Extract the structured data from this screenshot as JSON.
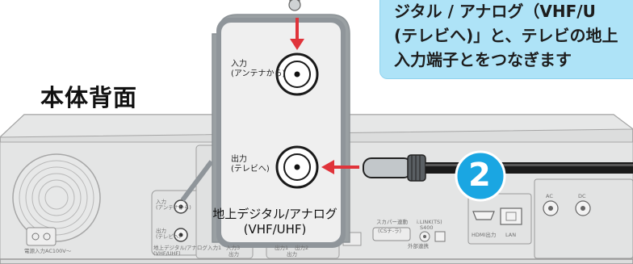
{
  "callout": {
    "lines": [
      "ジタル / アナログ（VHF/U",
      "(テレビへ)」と、テレビの地上",
      "入力端子とをつなぎます"
    ]
  },
  "body_label": "本体背面",
  "zoom": {
    "input_label": [
      "入力",
      "(アンテナから)"
    ],
    "output_label": [
      "出力",
      "(テレビへ)"
    ],
    "bottom_label": [
      "地上デジタル/アナログ",
      "(VHF/UHF)"
    ]
  },
  "step_badge": "2",
  "back_panel": {
    "small_in": [
      "入力",
      "(アンテナから)"
    ],
    "small_out": [
      "出力",
      "(テレビへ)"
    ],
    "small_bottom": [
      "地上デジタル/アナログ",
      "(VHF/UHF)"
    ],
    "power": "電源入力AC100V〜",
    "in1": "入力1",
    "in3": "入力3",
    "out_group": "出力",
    "out1": "出力1",
    "out2": "出力2",
    "out_group2": "出力",
    "skyperfect": "スカパー連動",
    "skyperfect_sub": "(CSチ-ラ)",
    "ilink": "i.LINK(TS)",
    "ilink_sub": "S400",
    "remote": "外部連携",
    "hdmi": "HDMI出力",
    "lan": "LAN",
    "ac1": "AC",
    "ac2": "DC"
  },
  "colors": {
    "callout_bg": "#aee3f7",
    "badge": "#1aa6e2",
    "arrow": "#e0333a",
    "panel": "#dfe0e0",
    "zoom_bg": "#efefef"
  }
}
